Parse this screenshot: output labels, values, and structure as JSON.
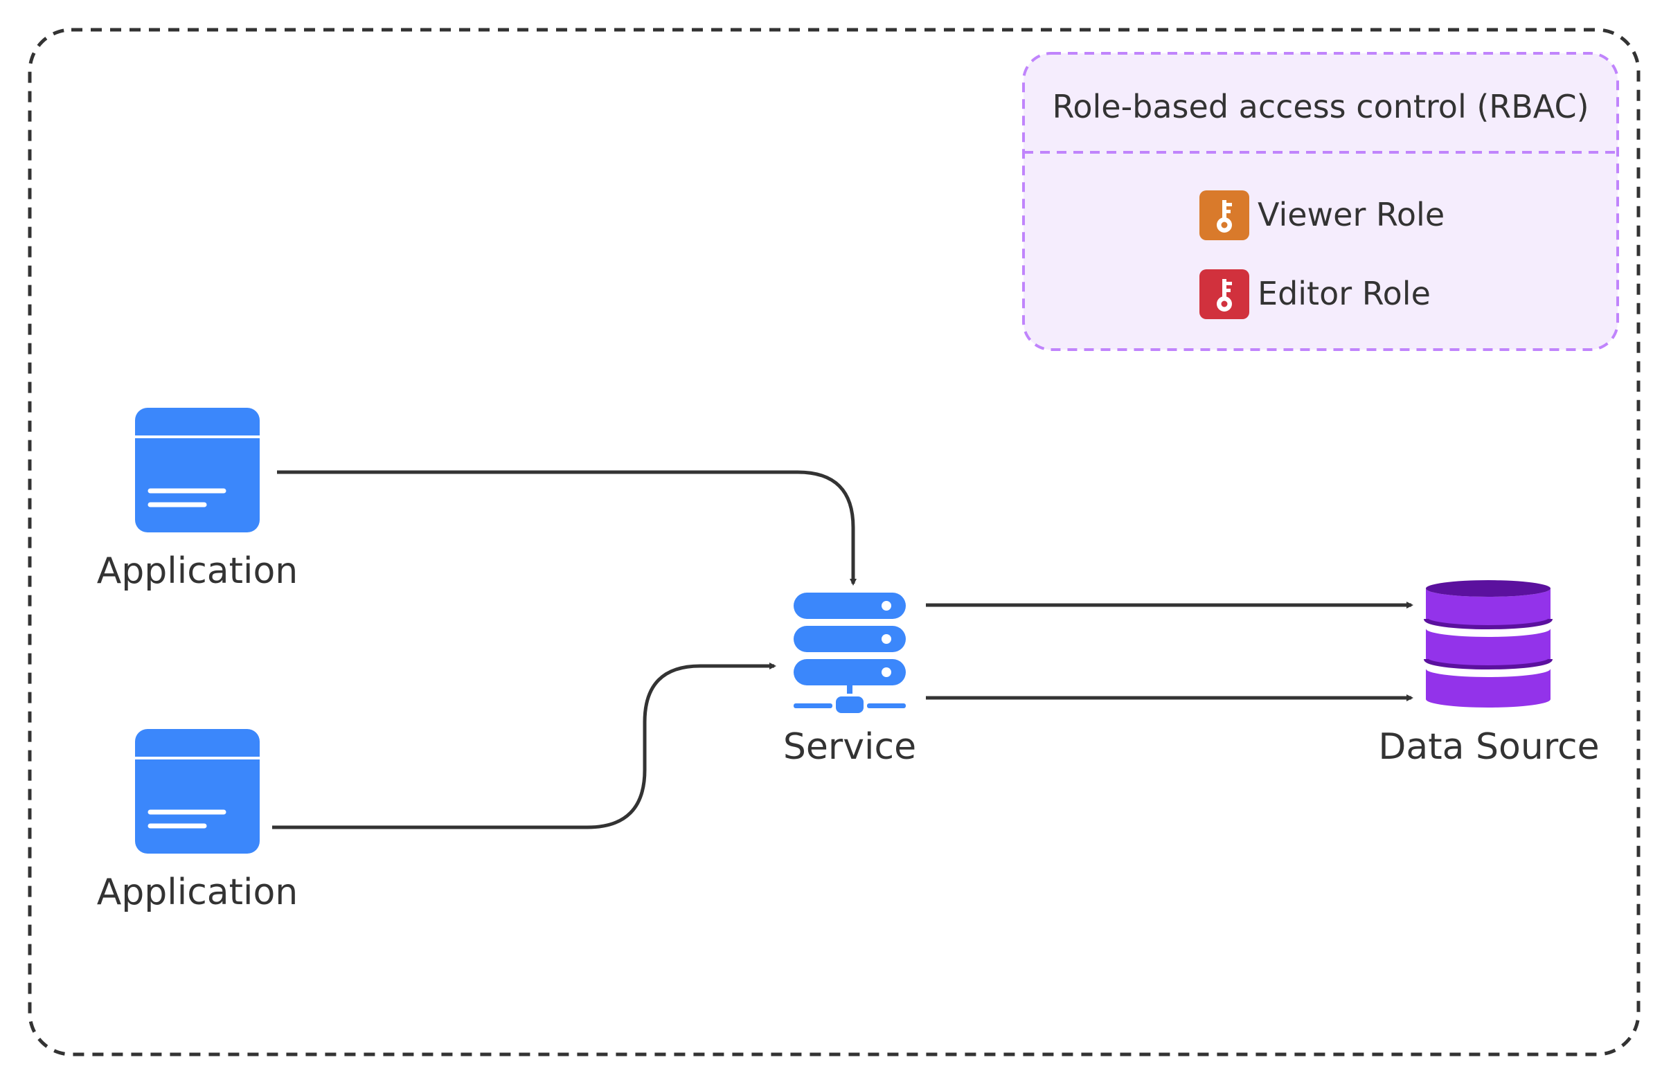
{
  "diagram": {
    "nodes": {
      "app1": {
        "label": "Application",
        "icon": "application-window-icon",
        "color": "#3B87FB"
      },
      "app2": {
        "label": "Application",
        "icon": "application-window-icon",
        "color": "#3B87FB"
      },
      "service": {
        "label": "Service",
        "icon": "server-stack-icon",
        "color": "#3B87FB"
      },
      "data_source": {
        "label": "Data Source",
        "icon": "database-cylinder-icon",
        "color": "#9333EA"
      }
    },
    "edges": [
      {
        "from": "app1",
        "to": "service"
      },
      {
        "from": "app2",
        "to": "service"
      },
      {
        "from": "service",
        "to": "data_source"
      },
      {
        "from": "service",
        "to": "data_source"
      }
    ],
    "legend": {
      "title": "Role-based access control (RBAC)",
      "items": [
        {
          "label": "Viewer Role",
          "icon": "key-icon",
          "color": "#D97A2B"
        },
        {
          "label": "Editor Role",
          "icon": "key-icon",
          "color": "#D1313D"
        }
      ]
    },
    "colors": {
      "boundary": "#333333",
      "connector": "#333333",
      "legend_border": "#C084FC",
      "legend_fill": "#F5EDFD",
      "label_text": "#333333"
    }
  }
}
